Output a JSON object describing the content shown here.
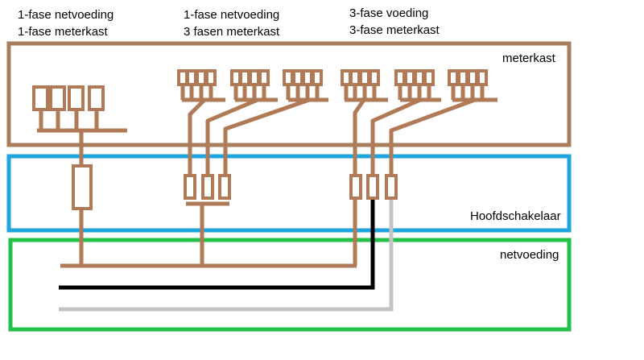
{
  "captions": {
    "col1": {
      "line1": "1-fase netvoeding",
      "line2": "1-fase meterkast"
    },
    "col2": {
      "line1": "1-fase netvoeding",
      "line2": "3 fasen meterkast"
    },
    "col3": {
      "line1": "3-fase voeding",
      "line2": "3-fase meterkast"
    }
  },
  "boxes": {
    "meterkast": {
      "label": "meterkast",
      "color": "#a97c5b"
    },
    "hoofdschakelaar": {
      "label": "Hoofdschakelaar",
      "color": "#1ea5e0"
    },
    "netvoeding": {
      "label": "netvoeding",
      "color": "#22c24a"
    }
  },
  "wire_colors": {
    "brown": "#b07a57",
    "black": "#000000",
    "grey": "#c4c4c4"
  }
}
